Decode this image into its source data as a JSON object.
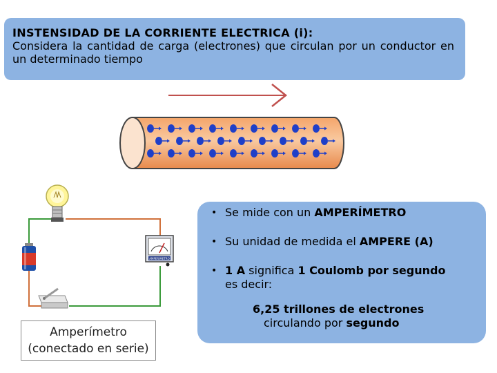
{
  "title": {
    "heading": "INSTENSIDAD DE LA CORRIENTE ELECTRICA (i):",
    "description": "Considera la cantidad de carga (electrones) que circulan por un conductor en un determinado tiempo"
  },
  "bullets": {
    "b1_text": "Se mide con un ",
    "b1_bold": "AMPERÍMETRO",
    "b2_text": "Su unidad de medida el ",
    "b2_bold": "AMPERE (A)",
    "b3_bold1": "1 A",
    "b3_text1": " significa ",
    "b3_bold2": "1 Coulomb por segundo",
    "b3_text2": "es decir:",
    "sub_bold": "6,25 trillones de electrones",
    "sub_text": "circulando por ",
    "sub_bold2": "segundo"
  },
  "caption": {
    "line1": "Amperímetro",
    "line2": "(conectado en serie)"
  },
  "meter_label": "AMPERIMETRO",
  "colors": {
    "box_blue": "#8db3e2",
    "arrow_red": "#c0504d",
    "electron_blue": "#1f3fc8",
    "wire_green": "#3a9a3a",
    "wire_orange": "#d0703a"
  },
  "icons": [
    "arrow-right-icon",
    "conductor-cylinder-icon",
    "light-bulb-icon",
    "battery-icon",
    "ammeter-icon",
    "switch-icon"
  ]
}
